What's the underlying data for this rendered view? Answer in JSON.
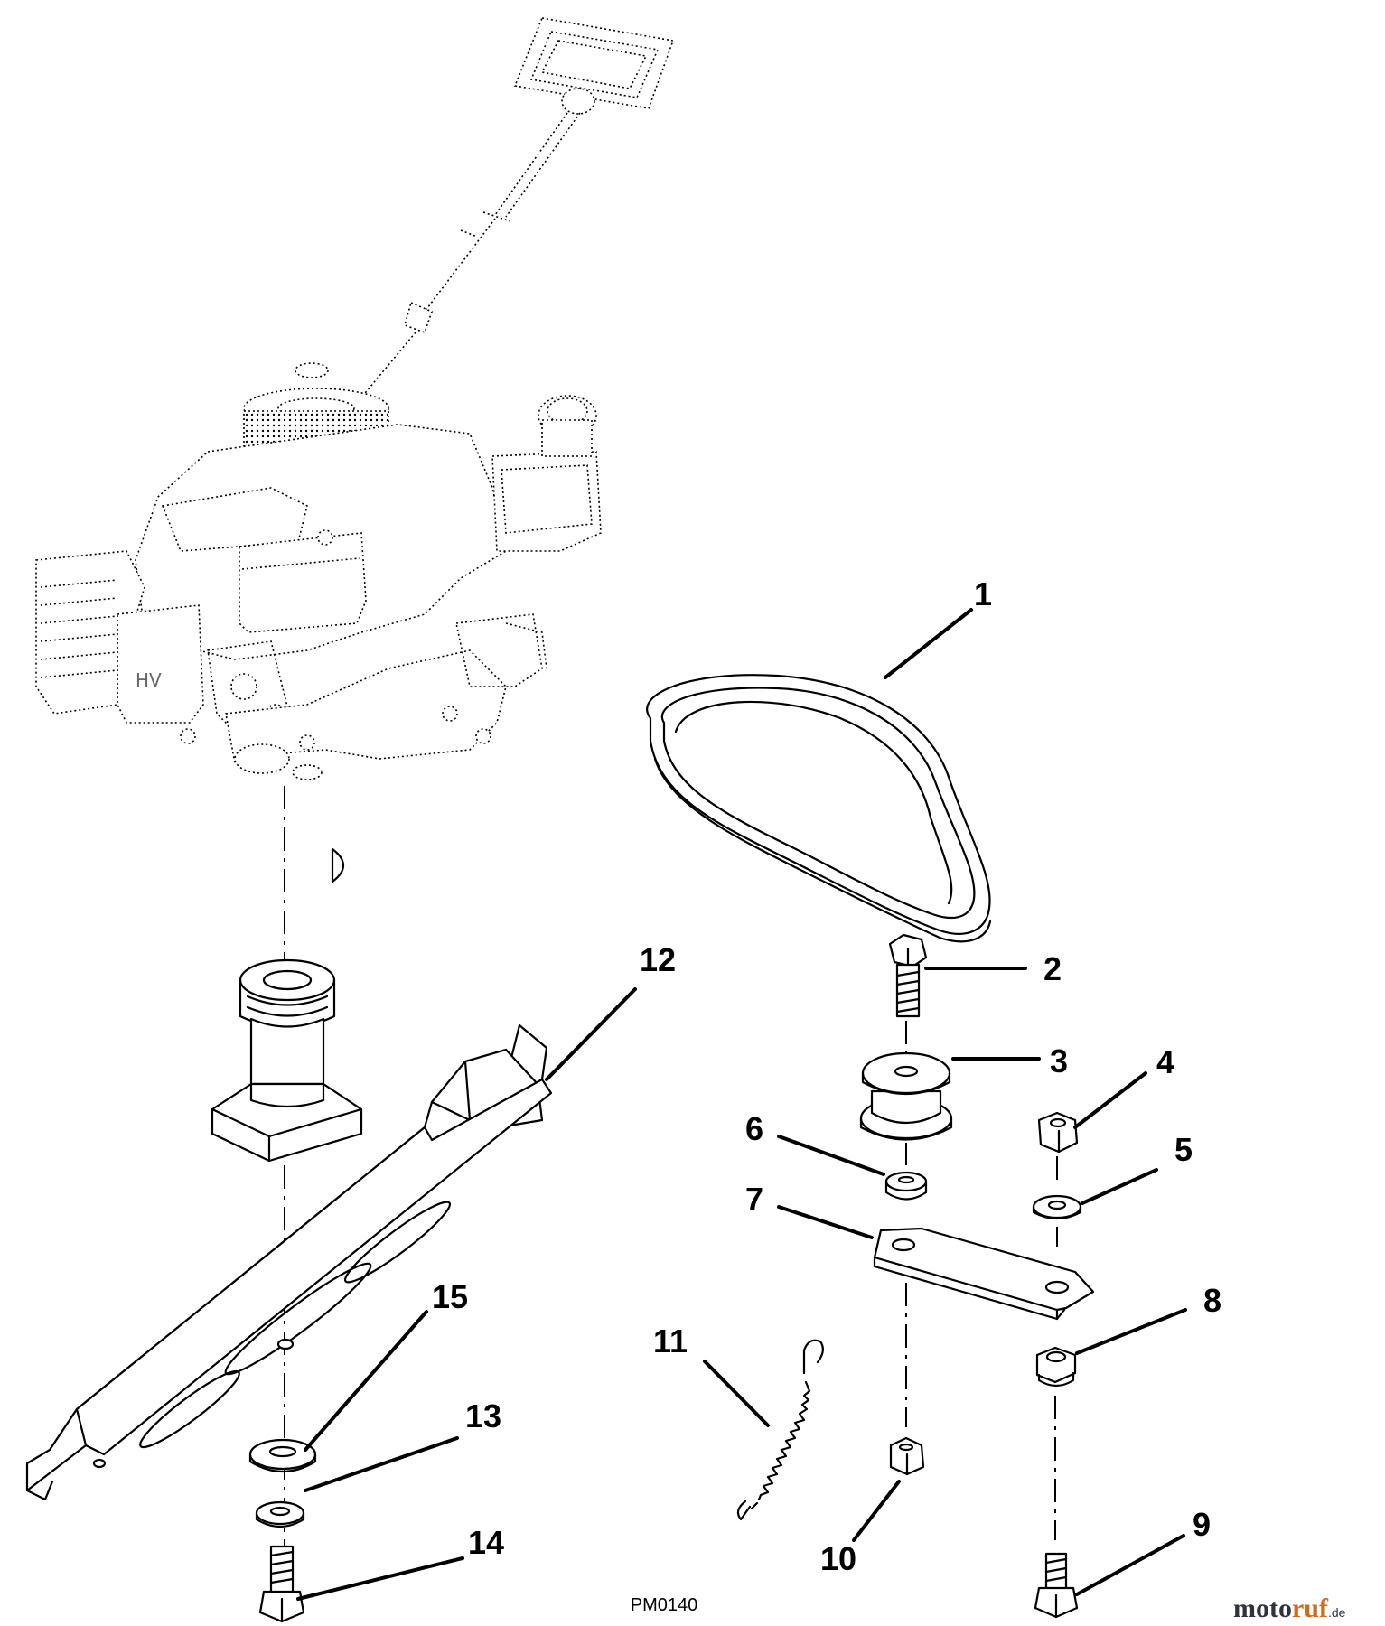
{
  "diagram": {
    "drawing_code": "PM0140",
    "labels": [
      "1",
      "2",
      "3",
      "4",
      "5",
      "6",
      "7",
      "8",
      "9",
      "10",
      "11",
      "12",
      "13",
      "14",
      "15"
    ]
  },
  "watermark": {
    "part_a": "moto",
    "part_b": "ruf",
    "part_c": ".de"
  }
}
